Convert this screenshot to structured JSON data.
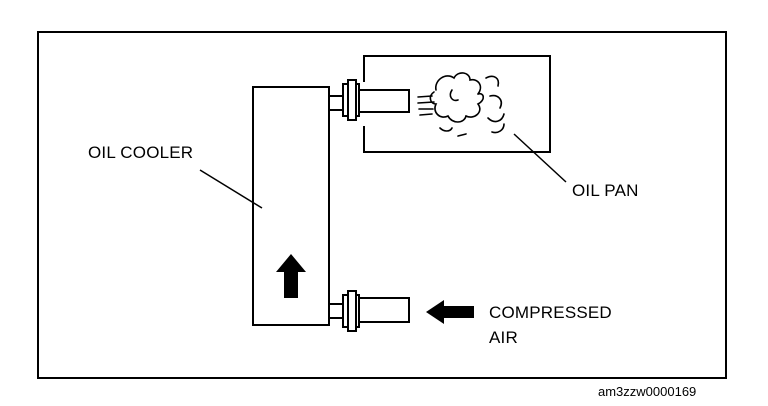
{
  "labels": {
    "oil_cooler": "OIL COOLER",
    "oil_pan": "OIL PAN",
    "compressed_air_line1": "COMPRESSED",
    "compressed_air_line2": "AIR"
  },
  "figure_code": "am3zzw0000169",
  "colors": {
    "ink": "#000000",
    "paper": "#ffffff"
  },
  "icons": [
    "up-arrow-icon",
    "left-arrow-icon",
    "air-puff-icon"
  ]
}
